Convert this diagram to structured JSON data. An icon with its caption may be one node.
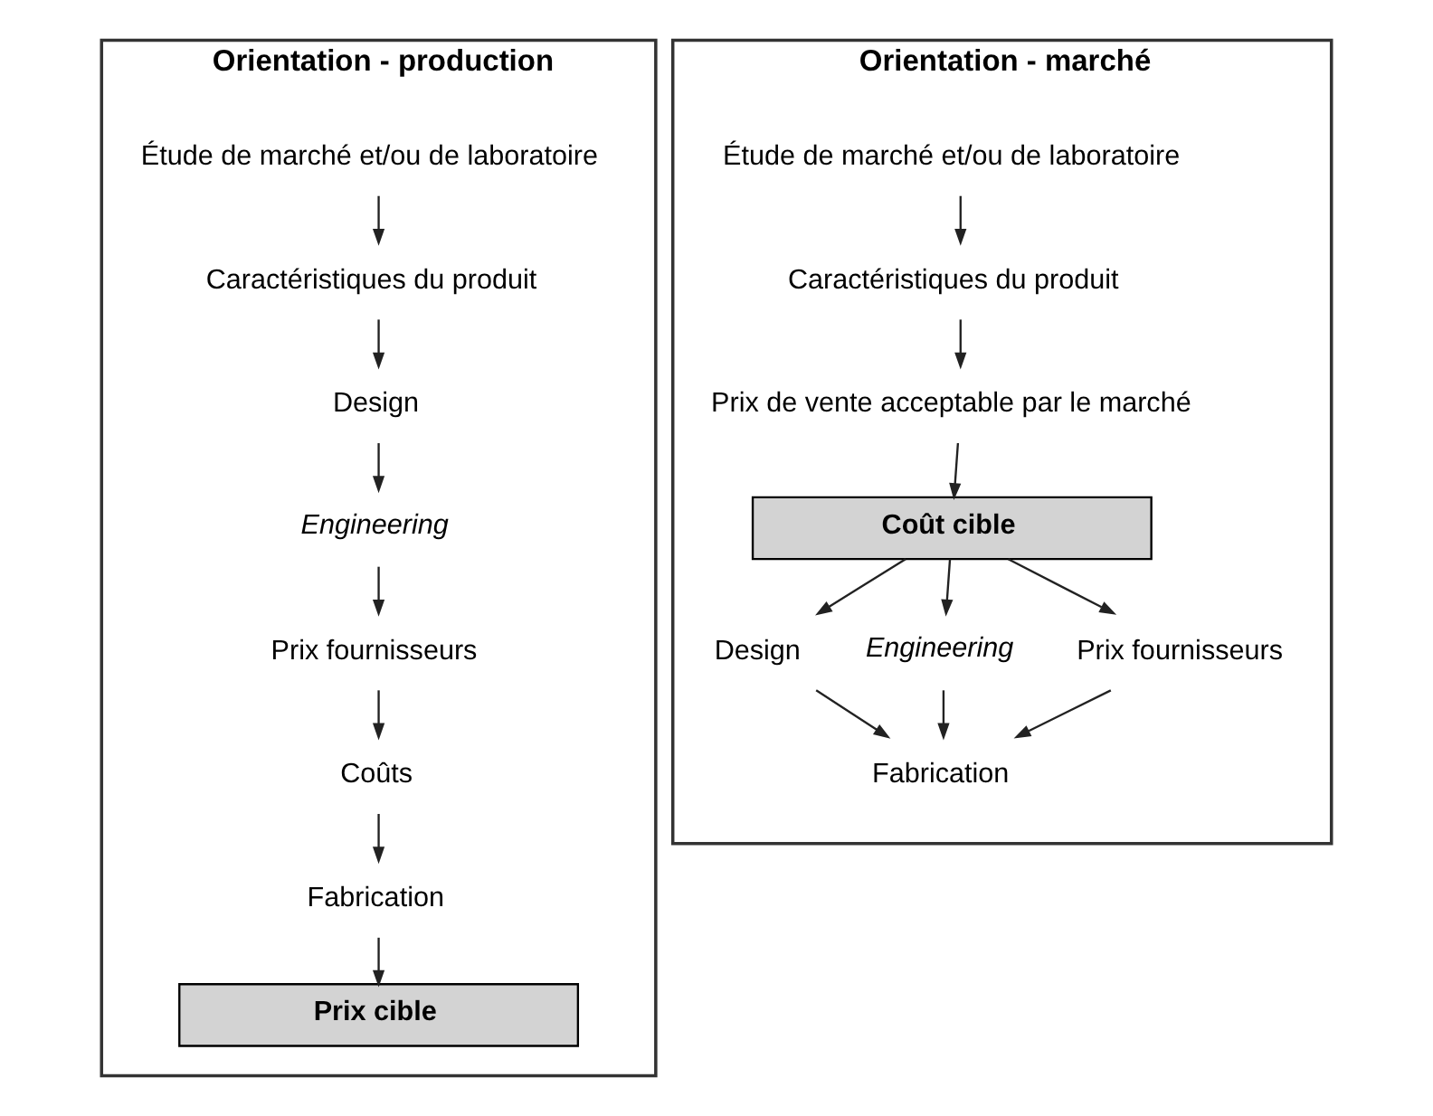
{
  "diagram": {
    "nodes": [
      {
        "text": [
          "Orientation - production"
        ]
      },
      {
        "text": [
          "Étude de marché et/ou de laboratoire"
        ],
        "in": 0
      },
      {
        "text": [
          "Caractéristiques du produit"
        ],
        "in": 0
      },
      {
        "text": [
          "Design"
        ],
        "in": 0
      },
      {
        "text": [
          "Engineering"
        ],
        "in": 0
      },
      {
        "text": [
          "Prix fournisseurs"
        ],
        "in": 0
      },
      {
        "text": [
          "Coûts"
        ],
        "in": 0
      },
      {
        "text": [
          "Fabrication"
        ],
        "in": 0
      },
      {
        "text": [
          "Prix cible"
        ],
        "in": 0
      },
      {
        "text": [
          "Orientation - marché"
        ]
      },
      {
        "text": [
          "Étude de marché et/ou de laboratoire"
        ],
        "in": 9
      },
      {
        "text": [
          "Caractéristiques du produit"
        ],
        "in": 9
      },
      {
        "text": [
          "Prix de vente acceptable par le marché"
        ],
        "in": 9
      },
      {
        "text": [
          "Coût cible"
        ],
        "in": 9
      },
      {
        "text": [
          "Design"
        ],
        "in": 9
      },
      {
        "text": [
          "Engineering"
        ],
        "in": 9
      },
      {
        "text": [
          "Prix fournisseurs"
        ],
        "in": 9
      },
      {
        "text": [
          "Fabrication"
        ],
        "in": 9
      }
    ],
    "edges": [
      {
        "from": 1,
        "to": 2,
        "arrow": "to"
      },
      {
        "from": 2,
        "to": 3,
        "arrow": "to"
      },
      {
        "from": 3,
        "to": 4,
        "arrow": "to"
      },
      {
        "from": 4,
        "to": 5,
        "arrow": "to"
      },
      {
        "from": 5,
        "to": 6,
        "arrow": "to"
      },
      {
        "from": 6,
        "to": 7,
        "arrow": "to"
      },
      {
        "from": 7,
        "to": 8,
        "arrow": "to"
      },
      {
        "from": 10,
        "to": 11,
        "arrow": "to"
      },
      {
        "from": 11,
        "to": 12,
        "arrow": "to"
      },
      {
        "from": 12,
        "to": 13,
        "arrow": "to"
      },
      {
        "from": 13,
        "to": 14,
        "arrow": "to"
      },
      {
        "from": 13,
        "to": 15,
        "arrow": "to"
      },
      {
        "from": 13,
        "to": 16,
        "arrow": "to"
      },
      {
        "from": 14,
        "to": 17,
        "arrow": "to"
      },
      {
        "from": 15,
        "to": 17,
        "arrow": "to"
      },
      {
        "from": 16,
        "to": 17,
        "arrow": "to"
      }
    ]
  }
}
